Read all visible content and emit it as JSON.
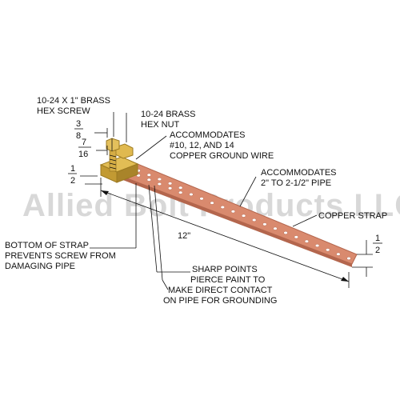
{
  "watermark": "Allied Bolt Products LLC",
  "labels": {
    "screw_line1": "10-24 X 1\" BRASS",
    "screw_line2": "HEX SCREW",
    "nut_line1": "10-24 BRASS",
    "nut_line2": "HEX NUT",
    "wire_line1": "ACCOMMODATES",
    "wire_line2": "#10, 12, AND 14",
    "wire_line3": "COPPER GROUND WIRE",
    "pipe_line1": "ACCOMMODATES",
    "pipe_line2": "2\" TO 2-1/2\" PIPE",
    "strap": "COPPER STRAP",
    "bottom_line1": "BOTTOM OF STRAP",
    "bottom_line2": "PREVENTS SCREW FROM",
    "bottom_line3": "DAMAGING PIPE",
    "points_line1": "SHARP POINTS",
    "points_line2": "PIERCE PAINT TO",
    "points_line3": "MAKE DIRECT CONTACT",
    "points_line4": "ON PIPE FOR GROUNDING"
  },
  "dimensions": {
    "length": "12\"",
    "frac_3_8_num": "3",
    "frac_3_8_den": "8",
    "frac_7_16_num": "7",
    "frac_7_16_den": "16",
    "frac_left_num": "1",
    "frac_left_den": "2",
    "frac_right_num": "1",
    "frac_right_den": "2"
  },
  "colors": {
    "copper": "#d98a6e",
    "copper_dark": "#b4664d",
    "brass": "#d9b24a",
    "brass_dark": "#9c7a22"
  }
}
